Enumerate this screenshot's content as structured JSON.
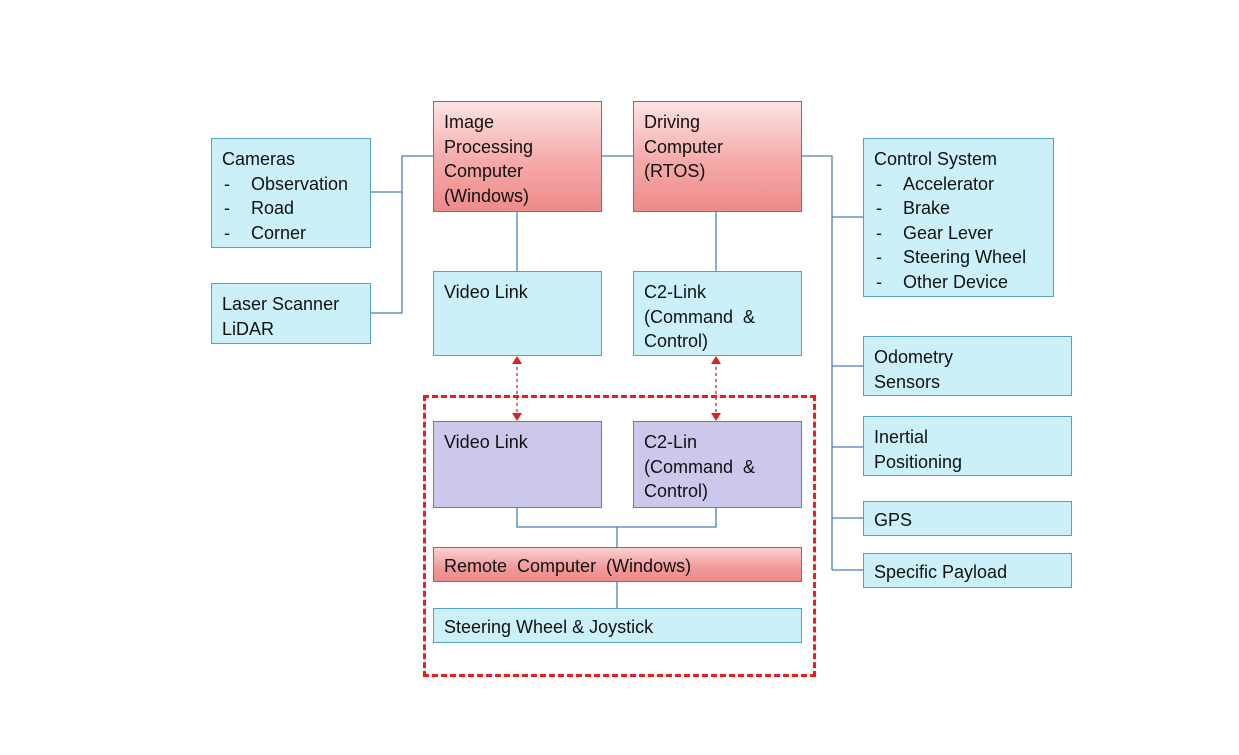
{
  "boxes": {
    "cameras": {
      "title": "Cameras",
      "items": [
        "Observation",
        "Road",
        "Corner"
      ]
    },
    "laser": {
      "lines": [
        "Laser Scanner",
        "LiDAR"
      ]
    },
    "image_processing": {
      "lines": [
        "Image",
        "Processing",
        "Computer",
        "(Windows)"
      ]
    },
    "driving": {
      "lines": [
        "Driving",
        "Computer",
        "(RTOS)"
      ]
    },
    "control_system": {
      "title": "Control System",
      "items": [
        "Accelerator",
        "Brake",
        "Gear Lever",
        "Steering Wheel",
        "Other Device"
      ]
    },
    "video_link_top": {
      "label": "Video Link"
    },
    "c2_link_top": {
      "lines": [
        "C2-Link",
        "(Command  &",
        "Control)"
      ]
    },
    "odometry": {
      "lines": [
        "Odometry",
        "Sensors"
      ]
    },
    "inertial": {
      "lines": [
        "Inertial",
        "Positioning"
      ]
    },
    "gps": {
      "label": "GPS"
    },
    "payload": {
      "label": "Specific Payload"
    },
    "video_link_remote": {
      "label": "Video Link"
    },
    "c2_link_remote": {
      "lines": [
        "C2-Lin",
        "(Command  &",
        "Control)"
      ]
    },
    "remote_computer": {
      "label": "Remote  Computer  (Windows)"
    },
    "steering_joystick": {
      "label": "Steering Wheel & Joystick"
    }
  },
  "colors": {
    "sensor_fill": "#ccf0f8",
    "sensor_border": "#57a0bf",
    "computer_fill": "#f5a9a9",
    "remote_link_fill": "#cbc8ec",
    "connector": "#4a7ebb",
    "wireless_arrow": "#e02020",
    "remote_region": "#ee1c1c"
  }
}
